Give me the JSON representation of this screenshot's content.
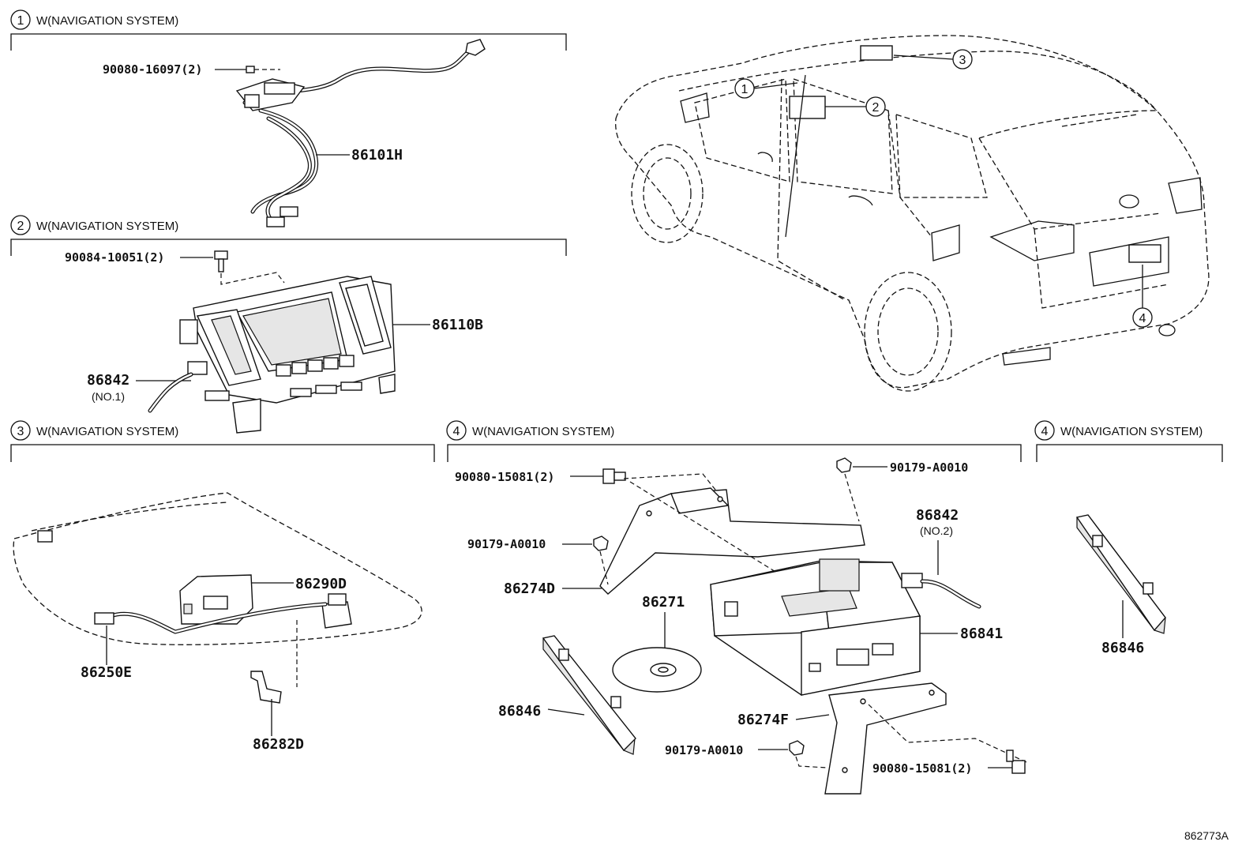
{
  "sections": [
    {
      "number": "1",
      "title": "W(NAVIGATION SYSTEM)"
    },
    {
      "number": "2",
      "title": "W(NAVIGATION SYSTEM)"
    },
    {
      "number": "3",
      "title": "W(NAVIGATION SYSTEM)"
    },
    {
      "number": "4",
      "title": "W(NAVIGATION SYSTEM)"
    },
    {
      "number": "4",
      "title": "W(NAVIGATION SYSTEM)"
    }
  ],
  "parts": {
    "s1_bolt": "90080-16097(2)",
    "s1_antenna": "86101H",
    "s2_screw": "90084-10051(2)",
    "s2_display": "86110B",
    "s2_connector": "86842",
    "s2_connector_sub": "(NO.1)",
    "s3_receiver": "86290D",
    "s3_cable": "86250E",
    "s3_bracket": "86282D",
    "s4_bolt_top": "90080-15081(2)",
    "s4_nut_top": "90179-A0010",
    "s4_nut_left": "90179-A0010",
    "s4_bracket_left": "86274D",
    "s4_disc": "86271",
    "s4_connector": "86842",
    "s4_connector_sub": "(NO.2)",
    "s4_unit": "86841",
    "s4_cover": "86846",
    "s4_bracket_right": "86274F",
    "s4_nut_bottom": "90179-A0010",
    "s4_bolt_bottom": "90080-15081(2)",
    "s5_cover": "86846"
  },
  "car_callouts": [
    "1",
    "2",
    "3",
    "4"
  ],
  "reference_code": "862773A"
}
